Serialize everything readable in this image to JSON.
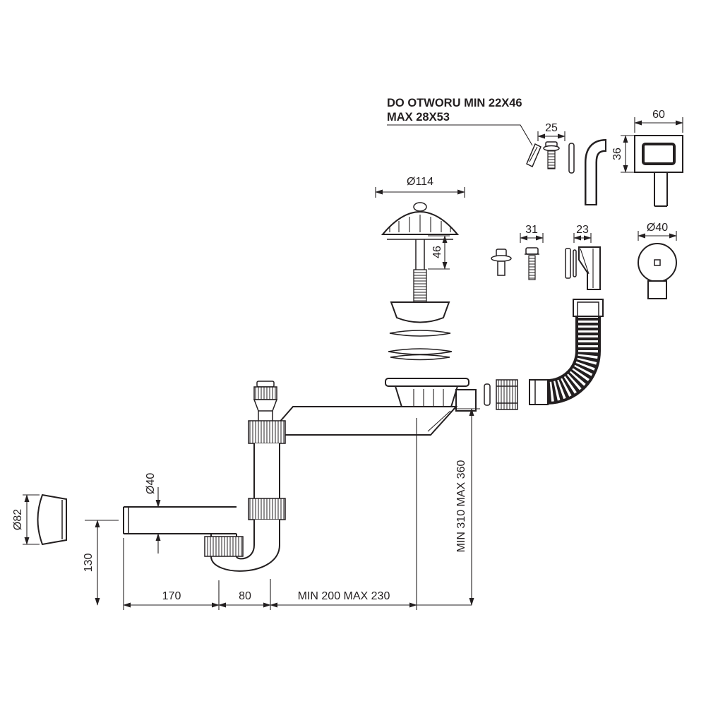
{
  "note": {
    "line1": "DO OTWORU MIN 22X46",
    "line2": "MAX 28X53"
  },
  "dims": {
    "screw_top": "25",
    "cover_width": "60",
    "cover_height": "36",
    "strainer_dia": "Ø114",
    "strainer_stem": "46",
    "screw_mid": "31",
    "elbow_width": "23",
    "outlet_dia": "Ø40",
    "wall_flange_dia": "Ø82",
    "pipe_dia": "Ø40",
    "trap_height": "130",
    "outlet_len": "170",
    "trap_offset": "80",
    "span_horizontal": "MIN 200 MAX 230",
    "span_vertical": "MIN 310 MAX 360"
  },
  "colors": {
    "line": "#231f20",
    "background": "#ffffff"
  }
}
